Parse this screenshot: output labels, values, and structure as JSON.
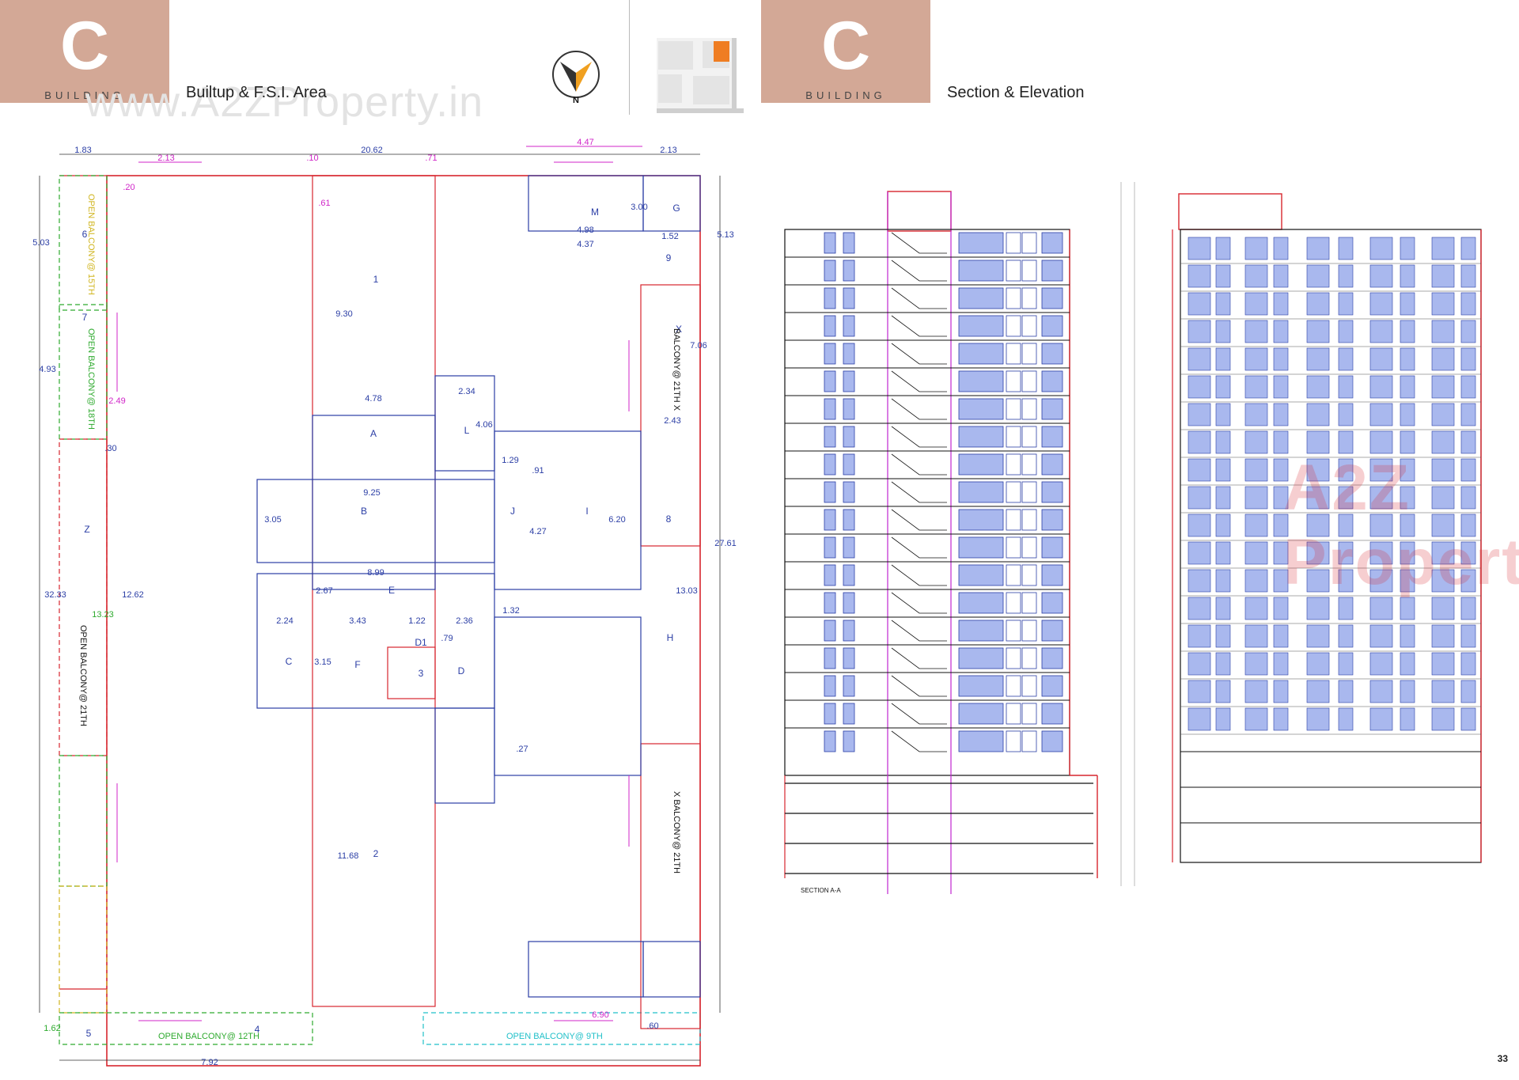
{
  "left_sheet": {
    "badge_letter": "C",
    "badge_word": "BUILDING",
    "title": "Builtup & F.S.I. Area",
    "watermark": "www.A2ZProperty.in",
    "compass_label": "N",
    "dimensions": [
      "1.83",
      "20.62",
      "2.13",
      "4.47",
      "2.13",
      ".10",
      ".71",
      ".20",
      ".61",
      "5.03",
      "5.13",
      "4.98",
      "4.37",
      "3.00",
      "1.52",
      "9.30",
      "4.78",
      "2.34",
      "7.06",
      "4.93",
      "2.49",
      "2.43",
      "4.06",
      "1.29",
      ".91",
      "9.25",
      "3.05",
      "4.27",
      "6.20",
      "27.61",
      "32.33",
      "12.62",
      "13.23",
      "13.03",
      "8.99",
      "2.67",
      "2.24",
      "3.43",
      "1.22",
      "2.36",
      ".79",
      "1.32",
      "3.15",
      "11.68",
      "6.90",
      "1.62",
      "7.92",
      ".60",
      ".30",
      ".27"
    ],
    "room_labels": [
      "1",
      "2",
      "A",
      "B",
      "C",
      "D",
      "D1",
      "E",
      "F",
      "I",
      "J",
      "L",
      "M",
      "G",
      "H",
      "Z",
      "4",
      "5",
      "6",
      "7",
      "8",
      "9",
      "X",
      "3"
    ],
    "balcony_labels": [
      "OPEN BALCONY@ 15TH",
      "OPEN BALCONY@ 18TH",
      "OPEN BALCONY@ 21TH",
      "OPEN BALCONY@ 12TH",
      "OPEN BALCONY@ 9TH",
      "BALCONY@ 21TH X",
      "X BALCONY@ 21TH"
    ]
  },
  "right_sheet": {
    "badge_letter": "C",
    "badge_word": "BUILDING",
    "title": "Section & Elevation",
    "section_label": "SECTION A-A",
    "brand_watermark": "A2Z Property"
  },
  "page_number": "33",
  "colors": {
    "badge": "#d3a896",
    "red_line": "#d7262e",
    "blue_line": "#2b3ea5",
    "magenta": "#d026c8",
    "window_fill": "#a9b8ee",
    "green_text": "#2eaa2e",
    "yellow_text": "#d0b51e"
  }
}
